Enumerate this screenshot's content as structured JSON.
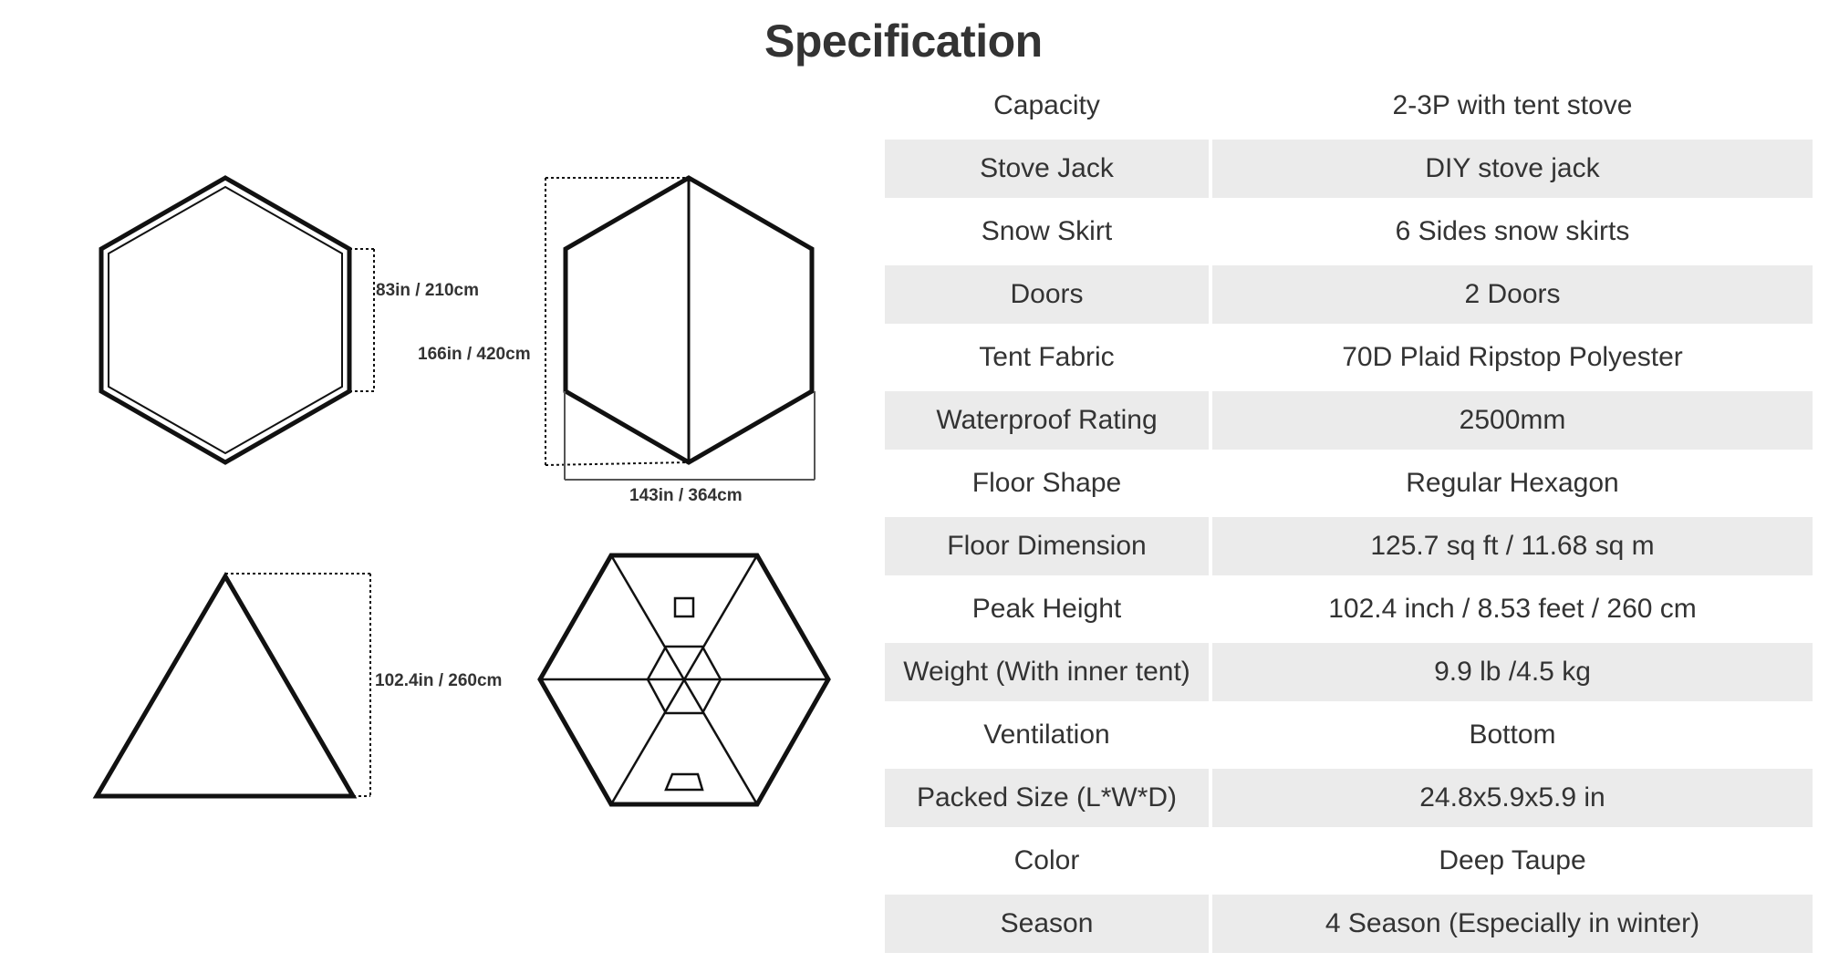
{
  "title": "Specification",
  "diagram_labels": {
    "side_width": "83in / 210cm",
    "depth": "166in / 420cm",
    "width": "143in / 364cm",
    "peak_height": "102.4in / 260cm"
  },
  "spec_rows": [
    {
      "key": "Capacity",
      "value": "2-3P with tent stove"
    },
    {
      "key": "Stove Jack",
      "value": "DIY stove jack"
    },
    {
      "key": "Snow Skirt",
      "value": "6 Sides snow skirts"
    },
    {
      "key": "Doors",
      "value": "2 Doors"
    },
    {
      "key": "Tent Fabric",
      "value": "70D Plaid Ripstop Polyester"
    },
    {
      "key": "Waterproof Rating",
      "value": "2500mm"
    },
    {
      "key": "Floor Shape",
      "value": "Regular Hexagon"
    },
    {
      "key": "Floor Dimension",
      "value": "125.7 sq ft / 11.68 sq m"
    },
    {
      "key": "Peak Height",
      "value": "102.4 inch / 8.53 feet / 260 cm"
    },
    {
      "key": "Weight (With inner tent)",
      "value": "9.9 lb /4.5 kg"
    },
    {
      "key": "Ventilation",
      "value": "Bottom"
    },
    {
      "key": "Packed Size (L*W*D)",
      "value": "24.8x5.9x5.9 in"
    },
    {
      "key": "Color",
      "value": "Deep Taupe"
    },
    {
      "key": "Season",
      "value": "4 Season (Especially in winter)"
    }
  ]
}
